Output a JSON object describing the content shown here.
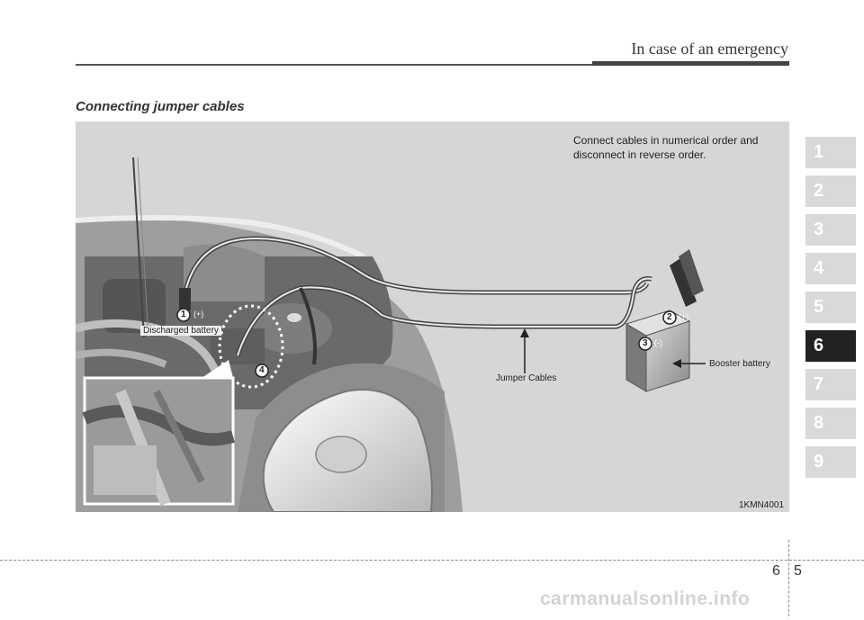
{
  "header": {
    "title": "In case of an emergency"
  },
  "section": {
    "title": "Connecting jumper cables"
  },
  "figure": {
    "instruction": "Connect cables in numerical order and disconnect in reverse order.",
    "labels": {
      "discharged_battery": "Discharged battery",
      "jumper_cables": "Jumper Cables",
      "booster_battery": "Booster battery",
      "figure_code": "1KMN4001"
    },
    "markers": [
      {
        "number": "1",
        "sign": "(+)"
      },
      {
        "number": "2",
        "sign": "(+)"
      },
      {
        "number": "3",
        "sign": "(-)"
      },
      {
        "number": "4",
        "sign": ""
      }
    ]
  },
  "chapters": {
    "items": [
      "1",
      "2",
      "3",
      "4",
      "5",
      "6",
      "7",
      "8",
      "9"
    ],
    "active": "6"
  },
  "footer": {
    "chapter": "6",
    "page": "5"
  },
  "watermark": "carmanualsonline.info"
}
